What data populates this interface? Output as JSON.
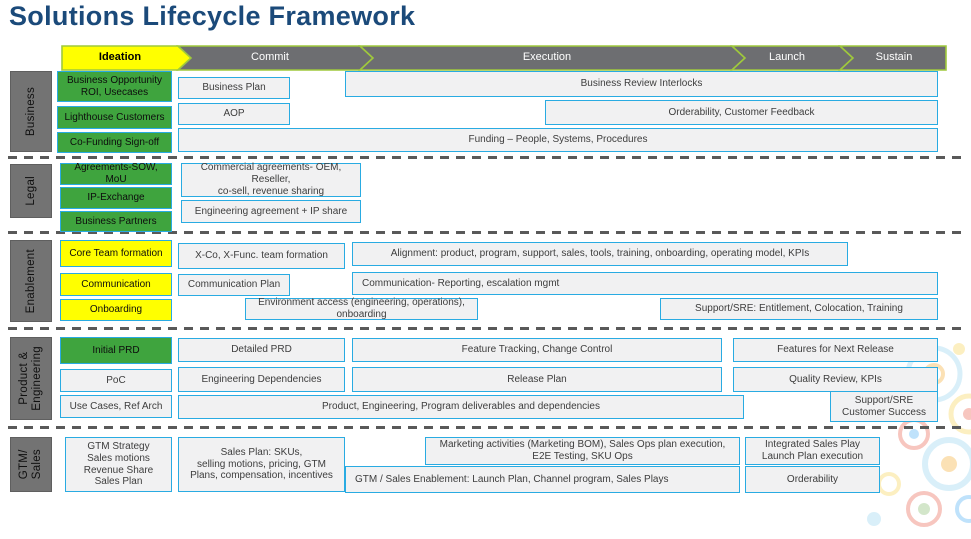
{
  "title": "Solutions Lifecycle Framework",
  "phases": {
    "ideation": "Ideation",
    "commit": "Commit",
    "execution": "Execution",
    "launch": "Launch",
    "sustain": "Sustain"
  },
  "business": {
    "label": "Business",
    "opportunity": "Business Opportunity\nROI, Usecases",
    "lighthouse": "Lighthouse Customers",
    "cofunding": "Co-Funding Sign-off",
    "business_plan": "Business Plan",
    "aop": "AOP",
    "review_interlocks": "Business Review Interlocks",
    "orderability_feedback": "Orderability, Customer Feedback",
    "funding": "Funding – People, Systems, Procedures"
  },
  "legal": {
    "label": "Legal",
    "agreements": "Agreements-SOW, MoU",
    "ip_exchange": "IP-Exchange",
    "business_partners": "Business Partners",
    "commercial": "Commercial agreements- OEM, Reseller,\nco-sell, revenue sharing",
    "engineering_agreement": "Engineering agreement + IP share"
  },
  "enablement": {
    "label": "Enablement",
    "core_team": "Core Team formation",
    "communication": "Communication",
    "onboarding": "Onboarding",
    "xco_team": "X-Co, X-Func. team formation",
    "comm_plan": "Communication Plan",
    "alignment": "Alignment: product, program, support, sales, tools, training, onboarding, operating model, KPIs",
    "comm_reporting": "Communication- Reporting, escalation mgmt",
    "env_access": "Environment access (engineering, operations), onboarding",
    "support_sre": "Support/SRE: Entitlement, Colocation, Training"
  },
  "product_engineering": {
    "label": "Product &\nEngineering",
    "initial_prd": "Initial PRD",
    "poc": "PoC",
    "use_cases": "Use Cases, Ref Arch",
    "detailed_prd": "Detailed PRD",
    "eng_dependencies": "Engineering Dependencies",
    "feature_tracking": "Feature Tracking, Change Control",
    "features_next": "Features for Next Release",
    "release_plan": "Release Plan",
    "quality_review": "Quality Review, KPIs",
    "deliverables": "Product, Engineering, Program deliverables and dependencies",
    "support_success": "Support/SRE\nCustomer Success"
  },
  "gtm_sales": {
    "label": "GTM/\nSales",
    "gtm_strategy": "GTM Strategy\nSales motions\nRevenue Share\nSales Plan",
    "sales_plan_skus": "Sales Plan: SKUs,\nselling motions, pricing, GTM\nPlans, compensation, incentives",
    "marketing": "Marketing activities (Marketing BOM),  Sales Ops plan execution,\nE2E Testing, SKU Ops",
    "integrated_play": "Integrated Sales Play\nLaunch Plan execution",
    "gtm_enablement": "GTM / Sales Enablement: Launch Plan, Channel program, Sales Plays",
    "orderability": "Orderability"
  },
  "colors": {
    "title_blue": "#1b4a7a",
    "box_border_blue": "#29abe2",
    "green_fill": "#3fa43e",
    "yellow_fill": "#ffff00",
    "phase_gray": "#6d6e71",
    "phase_outline_green": "#9fc93c",
    "row_label_gray": "#737373",
    "divider_gray": "#595959"
  }
}
